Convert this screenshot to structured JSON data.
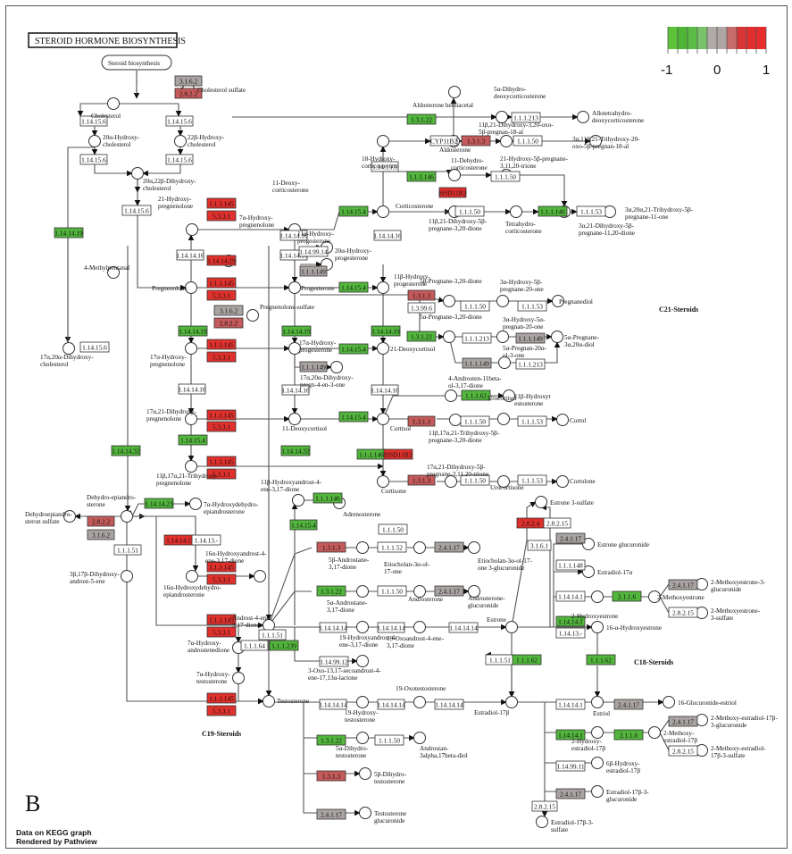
{
  "title": "STEROID HORMONE BIOSYNTHESIS",
  "panel_label": "B",
  "footer": [
    "Data on KEGG graph",
    "Rendered by Pathview"
  ],
  "legend": {
    "colors": [
      "#5cc33a",
      "#4fb534",
      "#5bbd47",
      "#7ac26a",
      "#b0aaa8",
      "#aea6a4",
      "#c86b6b",
      "#d83636",
      "#e02d2d",
      "#e82c2c"
    ],
    "labels": [
      "-1",
      "0",
      "1"
    ],
    "range": [
      -1,
      1
    ]
  },
  "colors": {
    "up_strong": "#e0302c",
    "up_mid": "#c55a5a",
    "neutral": "#a9a4a2",
    "down": "#52b53c",
    "none": "#ffffff"
  },
  "section_labels": [
    "C21-Steroids",
    "C19-Steroids",
    "C18-Steroids"
  ],
  "map_link": "Steroid biosynthesis",
  "compounds": [
    "Cholesterol",
    "Cholesterol sulfate",
    "20α-Hydroxy-cholesterol",
    "22β-Hydroxy-cholesterol",
    "20α,22β-Dihydroxy-cholesterol",
    "21-Hydroxy-pregnenolone",
    "11-Deoxy-corticosterone",
    "Corticosterone",
    "18-Hydroxy-corticosterone",
    "Aldosterone",
    "Aldosterone hemiacetal",
    "5α-Dihydro-deoxycorticosterone",
    "Allotetrahydro-deoxycorticosterone",
    "11β,21-Dihydroxy-3,20-oxo-5β-pregnan-18-al",
    "3α,11β,21-Trihydroxy-20-oxo-5β-pregnan-18-al",
    "11-Dehydro-corticosterone",
    "21-Hydroxy-5β-pregnane-3,11,20-trione",
    "11β,21-Dihydroxy-5β-pregnane-3,20-dione",
    "Tetrahydro-corticosterone",
    "3α,21-Dihydroxy-5β-pregnane-11,20-dione",
    "3α,20α,21-Trihydroxy-5β-pregnane-11-one",
    "7α-Hydroxy-pregnenolone",
    "Pregnenolone",
    "Pregnenolone-sulfate",
    "4-Methylpentanal",
    "17α,20α-Dihydroxy-cholesterol",
    "11α-Hydroxy-progesterone",
    "20α-Hydroxy-progesterone",
    "Progesterone",
    "11β-Hydroxy-progesterone",
    "5β-Pregnane-3,20-dione",
    "3α-Hydroxy-5β-pregnane-20-one",
    "Pregnanediol",
    "5α-Pregnane-3,20-dione",
    "3α-Hydroxy-5α-pregnan-20-one",
    "5α-Pregnan-20α-ol-3-one",
    "5α-Pregnane-3α,20α-diol",
    "17α-Hydroxy-pregnenolone",
    "17α-Hydroxy-progesterone",
    "21-Deoxycortisol",
    "17α,20α-Dihydroxy-pregn-4-en-3-one",
    "4-Androsten-11beta-ol-3,17-dione",
    "11β-Hydroxytestosterone",
    "17α,21-Dihydroxy-pregnenolone",
    "11-Deoxycortisol",
    "Cortisol",
    "Urocortisol",
    "11β,17α,21-Trihydroxy-5β-pregnane-3,20-dione",
    "Cortol",
    "11β,17α,21-Trihydroxy-pregnenolone",
    "Cortisone",
    "17α,21-Dihydroxy-5β-pregnane-3,11,20-trione",
    "Urocortisone",
    "Cortolone",
    "Dehydro-epiandro-sterone",
    "Dehydroepiandro-steron sulfate",
    "7α-Hydroxydehydro-epiandrosterone",
    "16α-Hydroxyandrost-4-ene-3,17-dione",
    "16α-Hydroxydehydro-epiandrosterone",
    "3β,17β-Dihydroxy-androst-5-ene",
    "11β-Hydroxyandrost-4-ene-3,17-dione",
    "Adrenosterone",
    "5β-Androstane-3,17-dione",
    "Etiocholan-3α-ol-17-one",
    "Etiocholan-3α-ol-17-one 3-glucuronide",
    "5α-Androstane-3,17-dione",
    "Androsterone",
    "Androsterone-glucuronide",
    "Androst-4-ene-3,17-dione",
    "7α-Hydroxy-androstenedione",
    "7α-Hydroxy-testosterone",
    "Testosterone",
    "19-Hydroxyandrost-4-ene-3,17-dione",
    "19-Oxoandrost-4-ene-3,17-dione",
    "3-Oxo-13,17-secoandrost-4-ene-17,13α-lactone",
    "19-Hydroxy-testosterone",
    "19-Oxotestosterone",
    "5α-Dihydro-testosterone",
    "Androstan-3alpha,17beta-diol",
    "5β-Dihydro-testosterone",
    "Testosterone glucuronide",
    "Estrone",
    "Estrone 3-sulfate",
    "Estrone glucuronide",
    "Estradiol-17α",
    "2-Hydroxyestrone",
    "2-Methoxyestrone",
    "2-Methoxyestrone-3-glucuronide",
    "2-Methoxyestrone-3-sulfate",
    "16-α-Hydroxyestrone",
    "Estradiol-17β",
    "Estriol",
    "16-Glucuronide-estriol",
    "2-Hydroxy-estradiol-17β",
    "2-Methoxy-estradiol-17β",
    "2-Methoxy-estradiol-17β-3-glucuronide",
    "2-Methoxy-estradiol-17β-3-sulfate",
    "6β-Hydroxy-estradiol-17β",
    "Estradiol-17β-3-glucuronide",
    "Estradiol-17β-3-sulfate"
  ],
  "enzymes": [
    {
      "id": "3.1.6.2",
      "c": "neutral"
    },
    {
      "id": "2.8.2.2",
      "c": "up_mid"
    },
    {
      "id": "1.14.15.6",
      "c": "none"
    },
    {
      "id": "1.14.15.6",
      "c": "none"
    },
    {
      "id": "1.14.15.6",
      "c": "none"
    },
    {
      "id": "1.14.15.6",
      "c": "none"
    },
    {
      "id": "1.14.15.6",
      "c": "none"
    },
    {
      "id": "1.14.15.6",
      "c": "none"
    },
    {
      "id": "1.14.14.19",
      "c": "down"
    },
    {
      "id": "1.1.1.145",
      "c": "up_strong"
    },
    {
      "id": "5.3.3.1",
      "c": "up_strong"
    },
    {
      "id": "1.14.14.16",
      "c": "none"
    },
    {
      "id": "1.14.14.16",
      "c": "none"
    },
    {
      "id": "1.3.1.22",
      "c": "down"
    },
    {
      "id": "1.1.1.213",
      "c": "none"
    },
    {
      "id": "CYP11B2",
      "c": "none"
    },
    {
      "id": "1.3.1.3",
      "c": "up_mid"
    },
    {
      "id": "1.1.1.50",
      "c": "none"
    },
    {
      "id": "1.14.15.5",
      "c": "none"
    },
    {
      "id": "1.1.1.146",
      "c": "down"
    },
    {
      "id": "HSD11B2",
      "c": "up_strong"
    },
    {
      "id": "1.1.1.50",
      "c": "none"
    },
    {
      "id": "1.14.15.4",
      "c": "down"
    },
    {
      "id": "1.1.1.50",
      "c": "none"
    },
    {
      "id": "1.1.1.146",
      "c": "down"
    },
    {
      "id": "1.1.1.53",
      "c": "none"
    },
    {
      "id": "1.14.14.16",
      "c": "none"
    },
    {
      "id": "1.14.14.16",
      "c": "none"
    },
    {
      "id": "1.14.99.14",
      "c": "none"
    },
    {
      "id": "1.1.1.149",
      "c": "neutral"
    },
    {
      "id": "1.14.14.29",
      "c": "up_strong"
    },
    {
      "id": "1.1.1.145",
      "c": "up_strong"
    },
    {
      "id": "5.3.3.1",
      "c": "up_strong"
    },
    {
      "id": "1.14.15.4",
      "c": "down"
    },
    {
      "id": "1.3.1.3",
      "c": "up_mid"
    },
    {
      "id": "1.3.99.6",
      "c": "none"
    },
    {
      "id": "1.1.1.50",
      "c": "none"
    },
    {
      "id": "1.1.1.53",
      "c": "none"
    },
    {
      "id": "3.1.6.2",
      "c": "neutral"
    },
    {
      "id": "2.8.2.2",
      "c": "up_mid"
    },
    {
      "id": "1.14.14.19",
      "c": "down"
    },
    {
      "id": "1.14.14.19",
      "c": "down"
    },
    {
      "id": "1.14.14.19",
      "c": "down"
    },
    {
      "id": "1.3.1.22",
      "c": "down"
    },
    {
      "id": "1.1.1.213",
      "c": "none"
    },
    {
      "id": "1.1.1.149",
      "c": "neutral"
    },
    {
      "id": "1.1.1.149",
      "c": "neutral"
    },
    {
      "id": "1.1.1.213",
      "c": "none"
    },
    {
      "id": "1.1.1.145",
      "c": "up_strong"
    },
    {
      "id": "5.3.3.1",
      "c": "up_strong"
    },
    {
      "id": "1.14.15.4",
      "c": "down"
    },
    {
      "id": "1.1.1.149",
      "c": "neutral"
    },
    {
      "id": "1.14.14.16",
      "c": "none"
    },
    {
      "id": "1.14.14.16",
      "c": "none"
    },
    {
      "id": "1.14.14.16",
      "c": "none"
    },
    {
      "id": "1.1.1.62",
      "c": "down"
    },
    {
      "id": "1.1.1.145",
      "c": "up_strong"
    },
    {
      "id": "5.3.3.1",
      "c": "up_strong"
    },
    {
      "id": "1.14.15.4",
      "c": "down"
    },
    {
      "id": "1.14.15.4",
      "c": "down"
    },
    {
      "id": "1.3.1.3",
      "c": "up_mid"
    },
    {
      "id": "1.1.1.50",
      "c": "none"
    },
    {
      "id": "1.1.1.53",
      "c": "none"
    },
    {
      "id": "1.1.1.145",
      "c": "up_strong"
    },
    {
      "id": "5.3.3.1",
      "c": "up_strong"
    },
    {
      "id": "1.14.14.32",
      "c": "down"
    },
    {
      "id": "1.14.14.32",
      "c": "down"
    },
    {
      "id": "1.1.1.146",
      "c": "down"
    },
    {
      "id": "HSD11B2",
      "c": "up_strong"
    },
    {
      "id": "1.3.1.3",
      "c": "up_mid"
    },
    {
      "id": "1.1.1.50",
      "c": "none"
    },
    {
      "id": "1.1.1.53",
      "c": "none"
    },
    {
      "id": "1.14.14.23",
      "c": "down"
    },
    {
      "id": "2.8.2.2",
      "c": "up_mid"
    },
    {
      "id": "3.1.6.2",
      "c": "neutral"
    },
    {
      "id": "1.14.14.1",
      "c": "up_strong"
    },
    {
      "id": "1.14.13.-",
      "c": "none"
    },
    {
      "id": "1.1.1.51",
      "c": "none"
    },
    {
      "id": "1.1.1.145",
      "c": "up_strong"
    },
    {
      "id": "5.3.3.1",
      "c": "up_strong"
    },
    {
      "id": "1.1.1.146",
      "c": "down"
    },
    {
      "id": "1.14.15.4",
      "c": "down"
    },
    {
      "id": "1.1.1.145",
      "c": "up_strong"
    },
    {
      "id": "5.3.3.1",
      "c": "up_strong"
    },
    {
      "id": "1.3.1.3",
      "c": "up_mid"
    },
    {
      "id": "1.1.1.50",
      "c": "none"
    },
    {
      "id": "1.1.1.52",
      "c": "none"
    },
    {
      "id": "2.4.1.17",
      "c": "neutral"
    },
    {
      "id": "1.3.1.22",
      "c": "down"
    },
    {
      "id": "1.1.1.50",
      "c": "none"
    },
    {
      "id": "2.4.1.17",
      "c": "neutral"
    },
    {
      "id": "1.14.14.14",
      "c": "none"
    },
    {
      "id": "1.14.14.14",
      "c": "none"
    },
    {
      "id": "1.14.14.14",
      "c": "none"
    },
    {
      "id": "1.14.99.12",
      "c": "none"
    },
    {
      "id": "1.1.1.51",
      "c": "none"
    },
    {
      "id": "1.1.1.64",
      "c": "none"
    },
    {
      "id": "1.1.1.239",
      "c": "down"
    },
    {
      "id": "1.1.1.145",
      "c": "up_strong"
    },
    {
      "id": "5.3.3.1",
      "c": "up_strong"
    },
    {
      "id": "1.14.14.14",
      "c": "none"
    },
    {
      "id": "1.14.14.14",
      "c": "none"
    },
    {
      "id": "1.14.14.14",
      "c": "none"
    },
    {
      "id": "1.3.1.22",
      "c": "down"
    },
    {
      "id": "1.1.1.50",
      "c": "none"
    },
    {
      "id": "1.3.1.3",
      "c": "up_mid"
    },
    {
      "id": "2.4.1.17",
      "c": "neutral"
    },
    {
      "id": "2.8.2.4",
      "c": "up_strong"
    },
    {
      "id": "2.8.2.15",
      "c": "none"
    },
    {
      "id": "3.1.6.1",
      "c": "none"
    },
    {
      "id": "2.4.1.17",
      "c": "neutral"
    },
    {
      "id": "1.1.1.148",
      "c": "none"
    },
    {
      "id": "1.14.14.1",
      "c": "none"
    },
    {
      "id": "2.1.1.6",
      "c": "down"
    },
    {
      "id": "2.4.1.17",
      "c": "neutral"
    },
    {
      "id": "2.8.2.15",
      "c": "none"
    },
    {
      "id": "1.14.14.1",
      "c": "down"
    },
    {
      "id": "1.14.13.-",
      "c": "none"
    },
    {
      "id": "1.1.1.51",
      "c": "none"
    },
    {
      "id": "1.1.1.62",
      "c": "down"
    },
    {
      "id": "1.1.1.62",
      "c": "down"
    },
    {
      "id": "1.14.14.1",
      "c": "none"
    },
    {
      "id": "2.4.1.17",
      "c": "neutral"
    },
    {
      "id": "1.14.14.1",
      "c": "down"
    },
    {
      "id": "2.1.1.6",
      "c": "down"
    },
    {
      "id": "2.4.1.17",
      "c": "neutral"
    },
    {
      "id": "2.8.2.15",
      "c": "none"
    },
    {
      "id": "1.14.99.11",
      "c": "none"
    },
    {
      "id": "2.4.1.17",
      "c": "neutral"
    },
    {
      "id": "2.8.2.15",
      "c": "none"
    }
  ]
}
